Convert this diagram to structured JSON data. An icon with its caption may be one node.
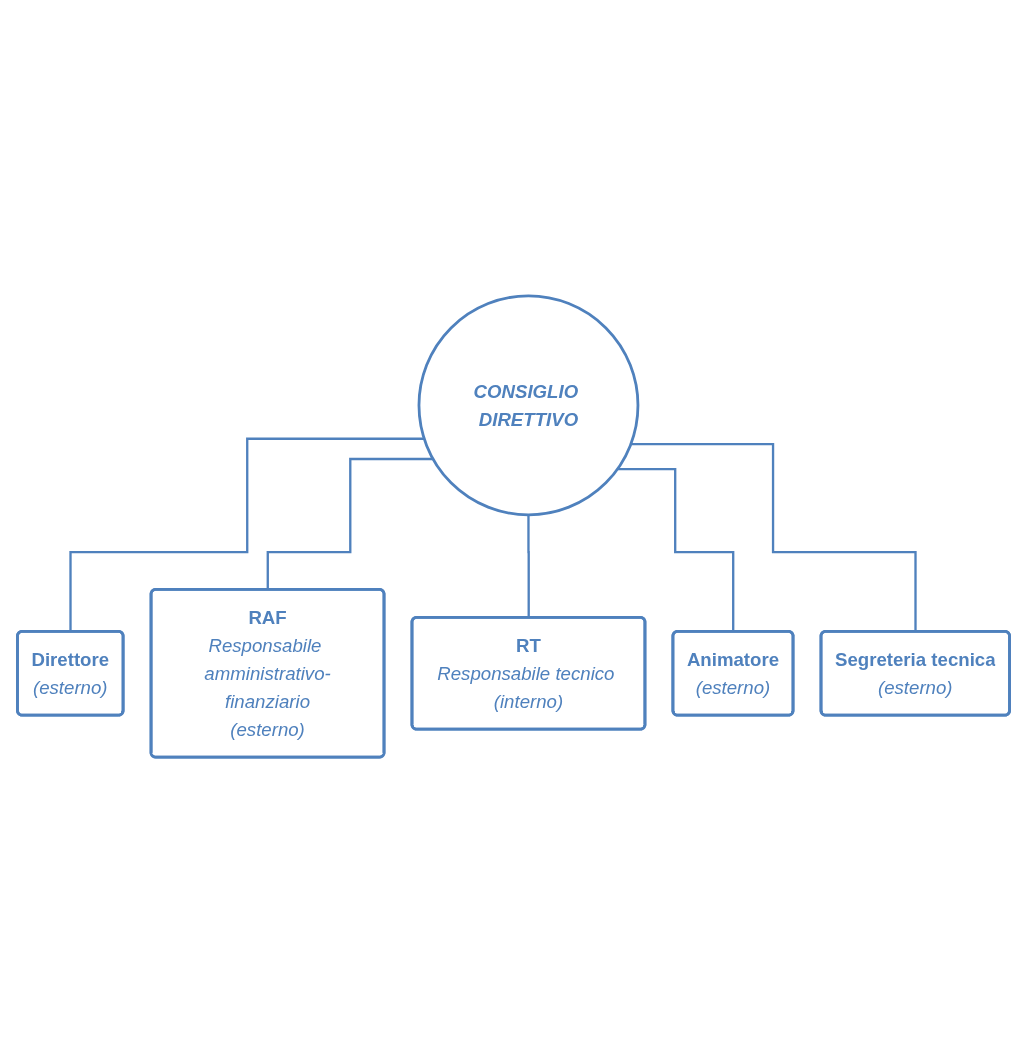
{
  "diagram": {
    "nodes": [
      {
        "text": [
          "CONSIGLIO DIRETTIVO"
        ]
      },
      {
        "text": [
          "Direttore",
          "(esterno)"
        ]
      },
      {
        "text": [
          "RAF",
          "Responsabile amministrativo-finanziario",
          "(esterno)"
        ]
      },
      {
        "text": [
          "RT",
          "Responsabile tecnico (interno)"
        ]
      },
      {
        "text": [
          "Animatore",
          "(esterno)"
        ]
      },
      {
        "text": [
          "Segreteria tecnica",
          "(esterno)"
        ]
      }
    ],
    "edges": [
      {
        "from": 0,
        "to": 1,
        "arrow": "none"
      },
      {
        "from": 0,
        "to": 2,
        "arrow": "none"
      },
      {
        "from": 0,
        "to": 3,
        "arrow": "none"
      },
      {
        "from": 0,
        "to": 4,
        "arrow": "none"
      },
      {
        "from": 0,
        "to": 5,
        "arrow": "none"
      }
    ]
  }
}
